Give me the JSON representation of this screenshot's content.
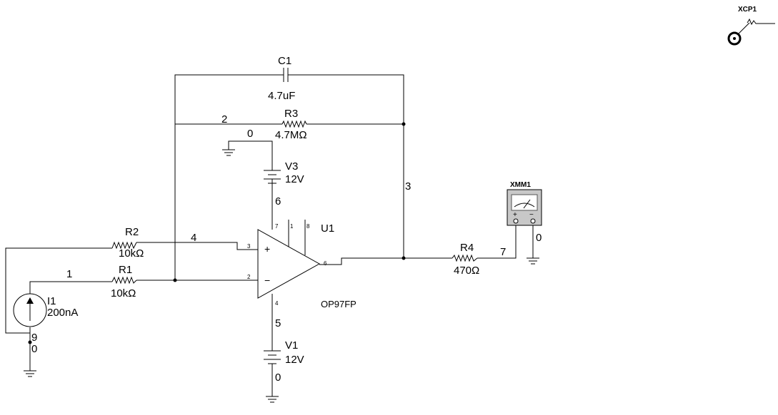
{
  "components": {
    "c1": {
      "name": "C1",
      "value": "4.7uF"
    },
    "r3": {
      "name": "R3",
      "value": "4.7MΩ"
    },
    "r2": {
      "name": "R2",
      "value": "10kΩ"
    },
    "r1": {
      "name": "R1",
      "value": "10kΩ"
    },
    "r4": {
      "name": "R4",
      "value": "470Ω"
    },
    "v3": {
      "name": "V3",
      "value": "12V"
    },
    "v1": {
      "name": "V1",
      "value": "12V"
    },
    "i1": {
      "name": "I1",
      "value": "200nA"
    },
    "u1": {
      "name": "U1",
      "model": "OP97FP"
    },
    "xmm1": {
      "name": "XMM1",
      "plus": "+",
      "minus": "−"
    },
    "xcp1": {
      "name": "XCP1"
    }
  },
  "nets": {
    "n0_top": "0",
    "n1": "1",
    "n2": "2",
    "n3": "3",
    "n4": "4",
    "n5": "5",
    "n6": "6",
    "n7": "7",
    "n9": "9",
    "n0_src": "0",
    "n0_v1": "0",
    "n0_mm": "0"
  },
  "pins": {
    "p7": "7",
    "p1": "1",
    "p8": "8",
    "p3": "3",
    "p2": "2",
    "p6": "6",
    "p4": "4",
    "plus": "+",
    "minus": "−"
  }
}
